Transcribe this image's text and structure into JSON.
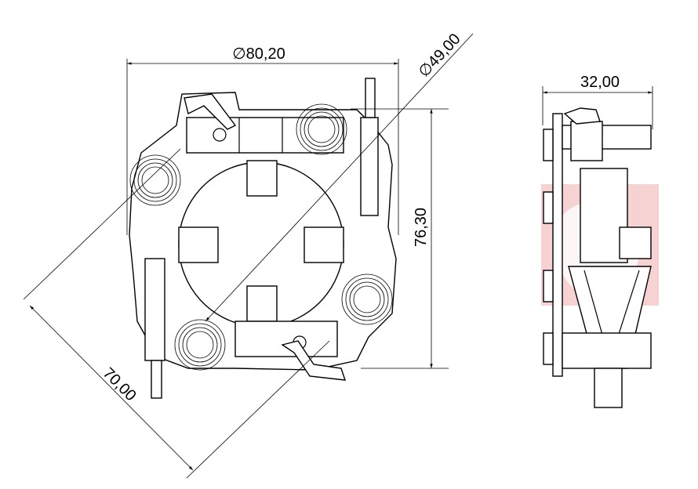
{
  "drawing": {
    "dimensions": {
      "top_view_width": "∅80,20",
      "inner_diameter": "∅49,00",
      "height": "76,30",
      "diagonal": "70,00",
      "side_view_width": "32,00"
    },
    "colors": {
      "line": "#000000",
      "watermark": "#f6d2d2"
    }
  }
}
